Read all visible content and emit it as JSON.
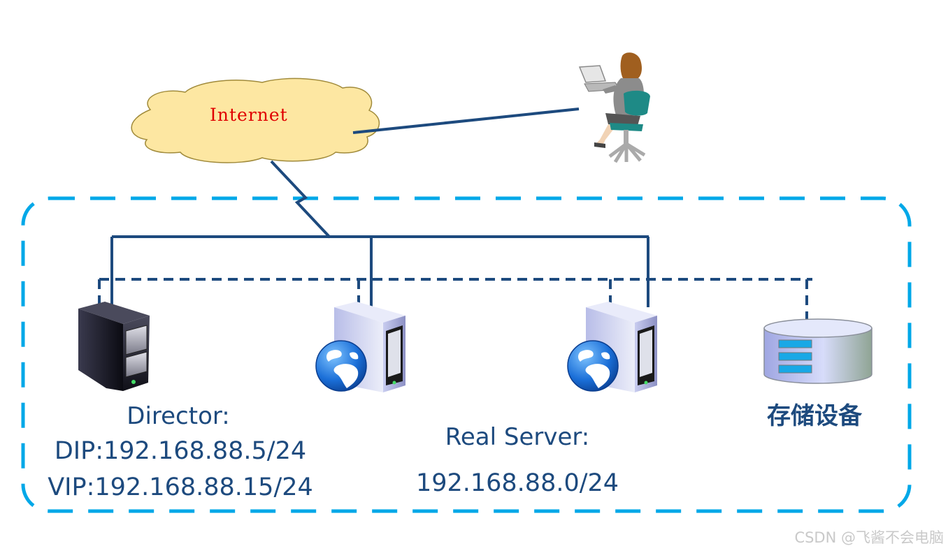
{
  "diagram": {
    "cloud": {
      "label": "Internet"
    },
    "director": {
      "title": "Director:",
      "dip": "DIP:192.168.88.5/24",
      "vip": "VIP:192.168.88.15/24"
    },
    "real_server": {
      "title": "Real Server:",
      "network": "192.168.88.0/24"
    },
    "storage": {
      "label": "存储设备"
    },
    "colors": {
      "boundary": "#00a8e8",
      "link": "#1d4a7e",
      "cloud_fill": "#fde7a2",
      "cloud_stroke": "#a08a3a",
      "internet_text": "#e00000",
      "label_text": "#1d4a7e"
    }
  },
  "watermark": "CSDN @飞酱不会电脑"
}
